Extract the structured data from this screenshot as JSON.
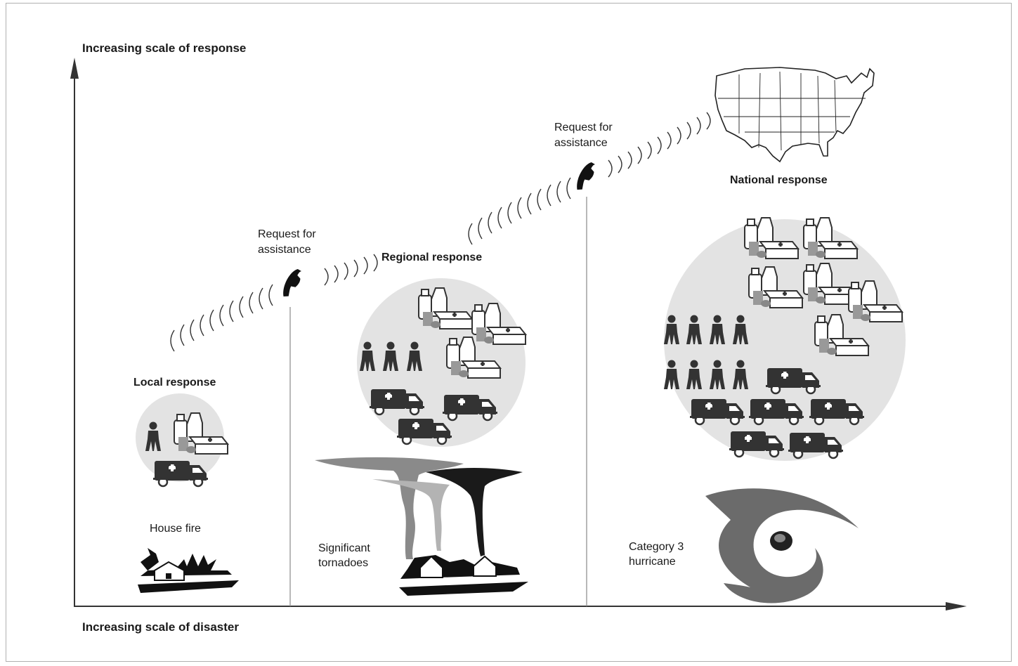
{
  "axes": {
    "y_label": "Increasing scale of response",
    "x_label": "Increasing scale of disaster"
  },
  "stages": [
    {
      "title": "Local response",
      "disaster": [
        "House fire"
      ],
      "people": 1,
      "ambulances": 1,
      "supply_kits": 1
    },
    {
      "title": "Regional response",
      "disaster": [
        "Significant",
        "tornadoes"
      ],
      "request": [
        "Request for",
        "assistance"
      ],
      "people": 3,
      "ambulances": 3,
      "supply_kits": 3
    },
    {
      "title": "National response",
      "disaster": [
        "Category 3",
        "hurricane"
      ],
      "request": [
        "Request for",
        "assistance"
      ],
      "people": 8,
      "ambulances": 6,
      "supply_kits": 6
    }
  ],
  "icons": [
    "phone-icon",
    "person-icon",
    "ambulance-icon",
    "supply-kit-icon",
    "house-fire-icon",
    "tornado-icon",
    "hurricane-icon",
    "usa-map-icon"
  ],
  "colors": {
    "circle": "#e3e3e3",
    "ink": "#2a2a2a",
    "hurricane": "#6b6b6b"
  }
}
